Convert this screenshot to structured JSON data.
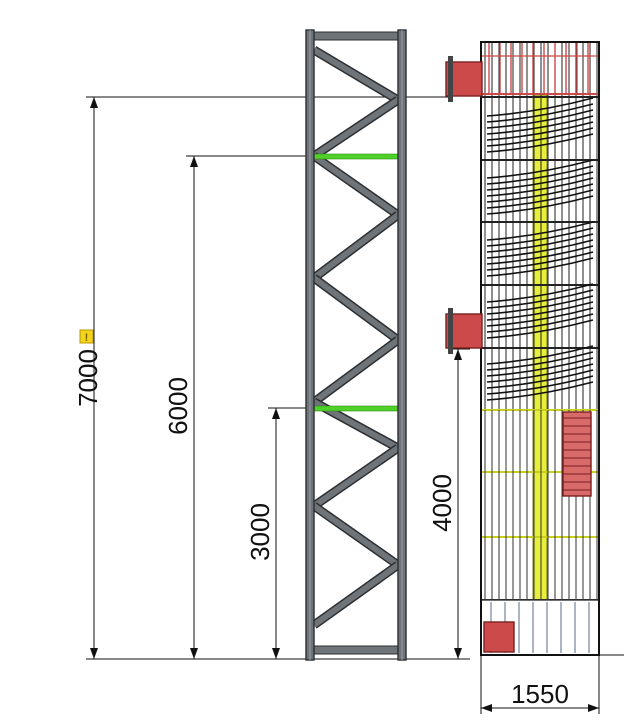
{
  "drawing": {
    "dimensions": {
      "h7000": "7000",
      "h6000": "6000",
      "h3000": "3000",
      "h4000": "4000",
      "w1550": "1550"
    },
    "markers": {
      "warning": "!"
    },
    "colors": {
      "truss": "#6f7479",
      "truss_dark": "#2c2f33",
      "platform_green": "#4fd12a",
      "stair_yellow": "#e7ee3b",
      "bracket_red": "#cc4a4a",
      "bracket_red_dark": "#7b1f1f",
      "dim_line": "#111111",
      "warning_bg": "#f2d41a"
    }
  }
}
